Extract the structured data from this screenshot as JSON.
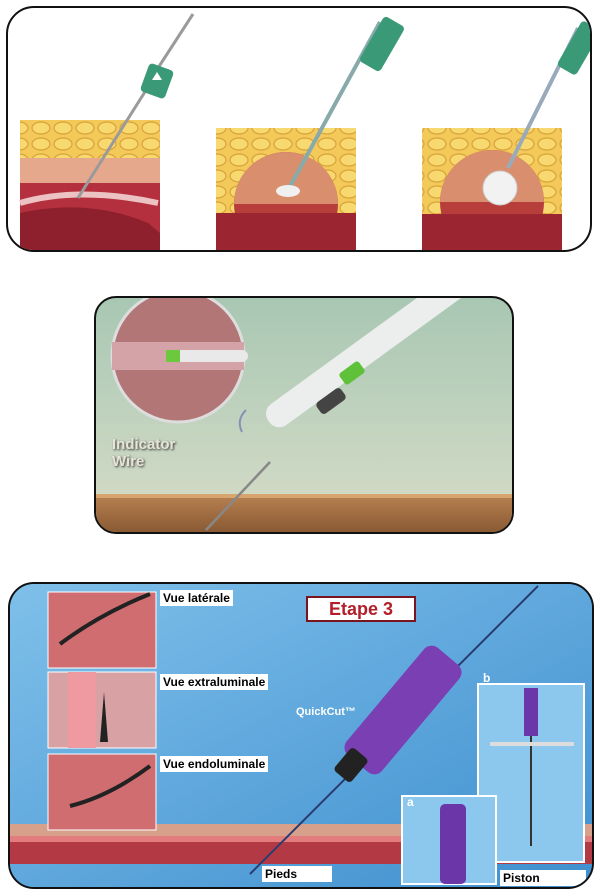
{
  "panel_two": {
    "indicator_label": "Indicator\nWire"
  },
  "panel_three": {
    "step_label": "Etape 3",
    "views": [
      "Vue latérale",
      "Vue extraluminale",
      "Vue endoluminale"
    ],
    "device_brand": "QuickCut™",
    "inset_a_label": "a",
    "inset_b_label": "b",
    "feet_label": "Pieds",
    "piston_label": "Piston"
  }
}
